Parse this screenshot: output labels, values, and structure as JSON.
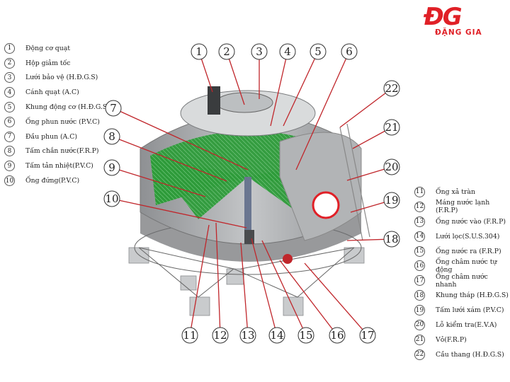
{
  "logo": {
    "mark": "ĐG",
    "text": "ĐẶNG GIA"
  },
  "legend_left": [
    {
      "num": "1",
      "label": "Động cơ quạt"
    },
    {
      "num": "2",
      "label": "Hộp giảm tốc"
    },
    {
      "num": "3",
      "label": "Lưới bảo vệ (H.Đ.G.S)"
    },
    {
      "num": "4",
      "label": "Cánh quạt (A.C)"
    },
    {
      "num": "5",
      "label": "Khung động cơ (H.Đ.G.S)"
    },
    {
      "num": "6",
      "label": "Ống phun nước (P.V.C)"
    },
    {
      "num": "7",
      "label": "Đầu phun (A.C)"
    },
    {
      "num": "8",
      "label": "Tấm chắn nước(F.R.P)"
    },
    {
      "num": "9",
      "label": "Tấm tản nhiệt(P.V.C)"
    },
    {
      "num": "10",
      "label": "Ống đứng(P.V.C)"
    }
  ],
  "legend_right": [
    {
      "num": "11",
      "label": "Ống xả tràn"
    },
    {
      "num": "12",
      "label": "Máng nước lạnh (F.R.P)"
    },
    {
      "num": "13",
      "label": "Ống nước vào (F.R.P)"
    },
    {
      "num": "14",
      "label": "Lưới lọc(S.U.S.304)"
    },
    {
      "num": "15",
      "label": "Ống nước ra (F.R.P)"
    },
    {
      "num": "16",
      "label": "Ống châm nước tự động"
    },
    {
      "num": "17",
      "label": "Ống châm nước nhanh"
    },
    {
      "num": "18",
      "label": "Khung tháp (H.Đ.G.S)"
    },
    {
      "num": "19",
      "label": "Tấm lưới xám (P.V.C)"
    },
    {
      "num": "20",
      "label": "Lỗ kiểm tra(E.V.A)"
    },
    {
      "num": "21",
      "label": "Vỏ(F.R.P)"
    },
    {
      "num": "22",
      "label": "Cầu thang (H.Đ.G.S)"
    }
  ],
  "callouts": [
    "1",
    "2",
    "3",
    "4",
    "5",
    "6",
    "7",
    "8",
    "9",
    "10",
    "11",
    "12",
    "13",
    "14",
    "15",
    "16",
    "17",
    "18",
    "19",
    "20",
    "21",
    "22"
  ],
  "colors": {
    "brand": "#e02027",
    "fill_media": "#2e9b3a",
    "shell": "#a7a9ab"
  }
}
